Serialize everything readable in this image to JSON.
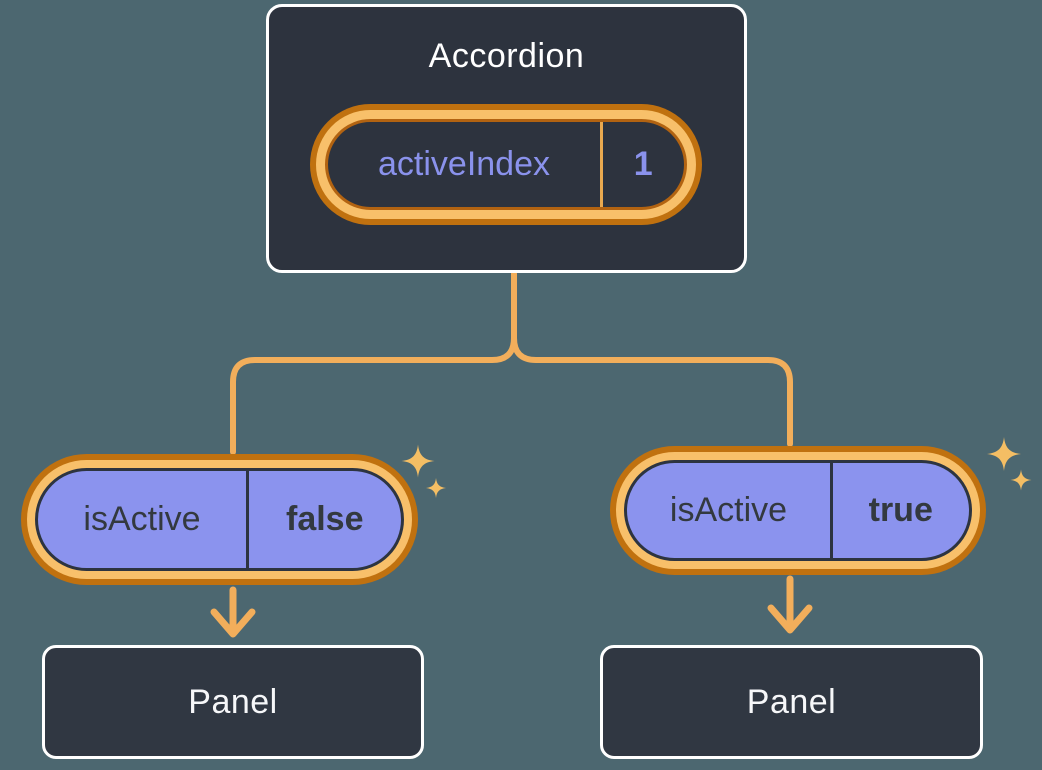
{
  "diagram": {
    "root": {
      "title": "Accordion",
      "state": {
        "name": "activeIndex",
        "value": "1"
      }
    },
    "left_child": {
      "prop": {
        "name": "isActive",
        "value": "false"
      },
      "panel_label": "Panel"
    },
    "right_child": {
      "prop": {
        "name": "isActive",
        "value": "true"
      },
      "panel_label": "Panel"
    }
  },
  "icons": {
    "sparkle": "four-point-star"
  },
  "colors": {
    "background": "#4C6770",
    "box_fill": "#2D333E",
    "box_border": "#FFFFFF",
    "panel_fill": "#303742",
    "pill_purple": "#8B93EE",
    "pill_dark_text": "#33393F",
    "state_text_purple": "#8A92EC",
    "ring_outer_orange": "#C0710F",
    "ring_inner_orange": "#F8C06A",
    "connector": "#F2AE5B",
    "sparkle": "#F4BE64"
  }
}
